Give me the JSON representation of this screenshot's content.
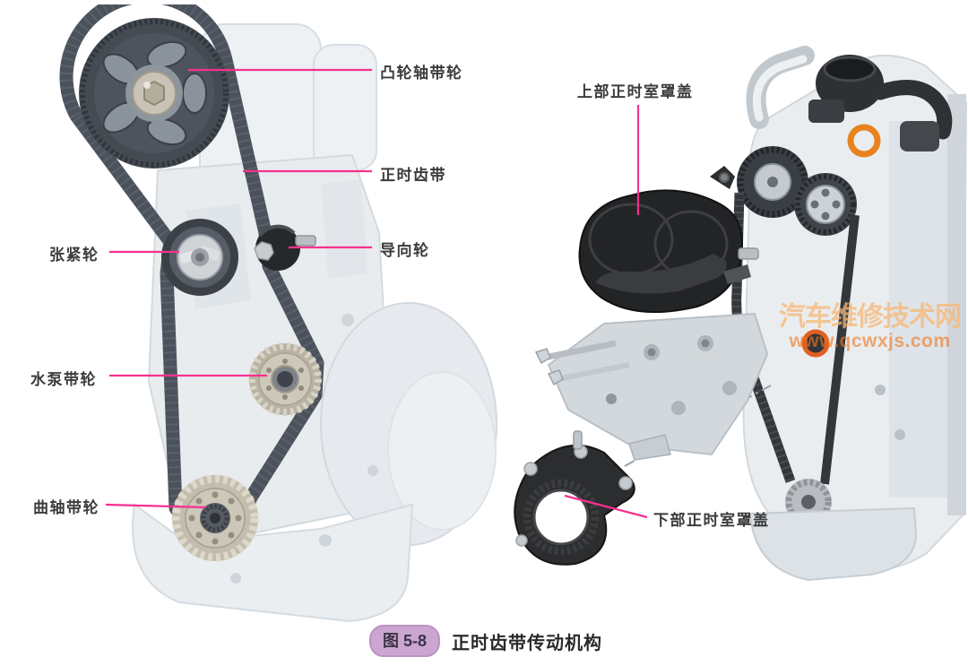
{
  "figure_caption": {
    "badge": "图 5-8",
    "title": "正时齿带传动机构"
  },
  "left_diagram": {
    "description": "正时齿带传动部件视图",
    "callouts": [
      {
        "id": "camshaft_pulley",
        "label": "凸轮轴带轮"
      },
      {
        "id": "timing_belt",
        "label": "正时齿带"
      },
      {
        "id": "guide_pulley",
        "label": "导向轮"
      },
      {
        "id": "tensioner_pulley",
        "label": "张紧轮"
      },
      {
        "id": "water_pump_pulley",
        "label": "水泵带轮"
      },
      {
        "id": "crankshaft_pulley",
        "label": "曲轴带轮"
      }
    ]
  },
  "right_diagram": {
    "description": "正时室罩盖分解视图",
    "callouts": [
      {
        "id": "upper_timing_cover",
        "label": "上部正时室罩盖"
      },
      {
        "id": "lower_timing_cover",
        "label": "下部正时室罩盖"
      }
    ]
  },
  "watermark": {
    "site_name": "汽车维修技术网",
    "url": "www.qcwxjs.com"
  },
  "colors": {
    "callout_line": "#f5318f",
    "label_text": "#3b3b3b",
    "badge_background": "#cba6d1",
    "badge_text": "#3e3347",
    "caption_text": "#2a2a2a",
    "watermark_orange": "#f0781c",
    "belt_dark": "#4b525b",
    "cover_black": "#232426",
    "engine_light_gray": "#e9edf0",
    "seal_orange": "#e8821f"
  }
}
